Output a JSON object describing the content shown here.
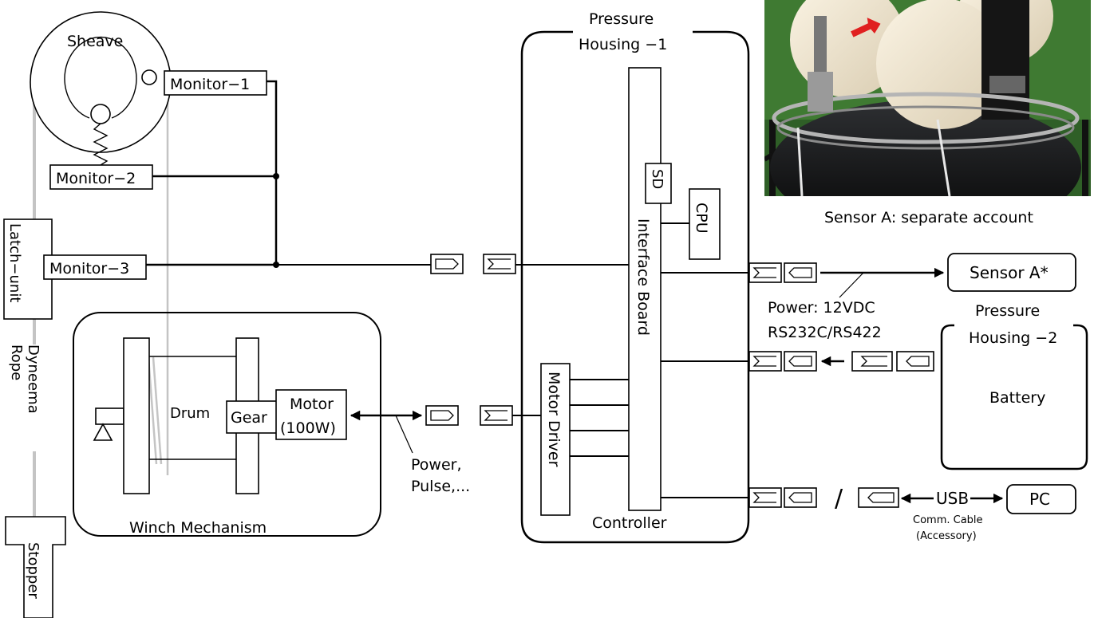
{
  "labels": {
    "sheave": "Sheave",
    "monitor1": "Monitor−1",
    "monitor2": "Monitor−2",
    "monitor3": "Monitor−3",
    "latch_unit": "Latch−unit",
    "rope_line1": "Dyneema",
    "rope_line2": "Rope",
    "stopper": "Stopper",
    "drum": "Drum",
    "gear": "Gear",
    "motor_line1": "Motor",
    "motor_line2": "(100W)",
    "winch_mechanism": "Winch Mechanism",
    "power_pulse_line1": "Power,",
    "power_pulse_line2": "Pulse,...",
    "housing1_line1": "Pressure",
    "housing1_line2": "Housing −1",
    "sd": "SD",
    "cpu": "CPU",
    "interface_board": "Interface Board",
    "motor_driver": "Motor Driver",
    "controller": "Controller",
    "sensor_caption": "Sensor A: separate account",
    "sensor_a": "Sensor A*",
    "power_spec_line1": "Power: 12VDC",
    "power_spec_line2": "RS232C/RS422",
    "housing2_line1": "Pressure",
    "housing2_line2": "Housing −2",
    "battery": "Battery",
    "slash": "/",
    "usb": "USB",
    "pc": "PC",
    "comm_cable_line1": "Comm. Cable",
    "comm_cable_line2": "(Accessory)"
  },
  "photo": {
    "marker_color": "#e02020"
  }
}
